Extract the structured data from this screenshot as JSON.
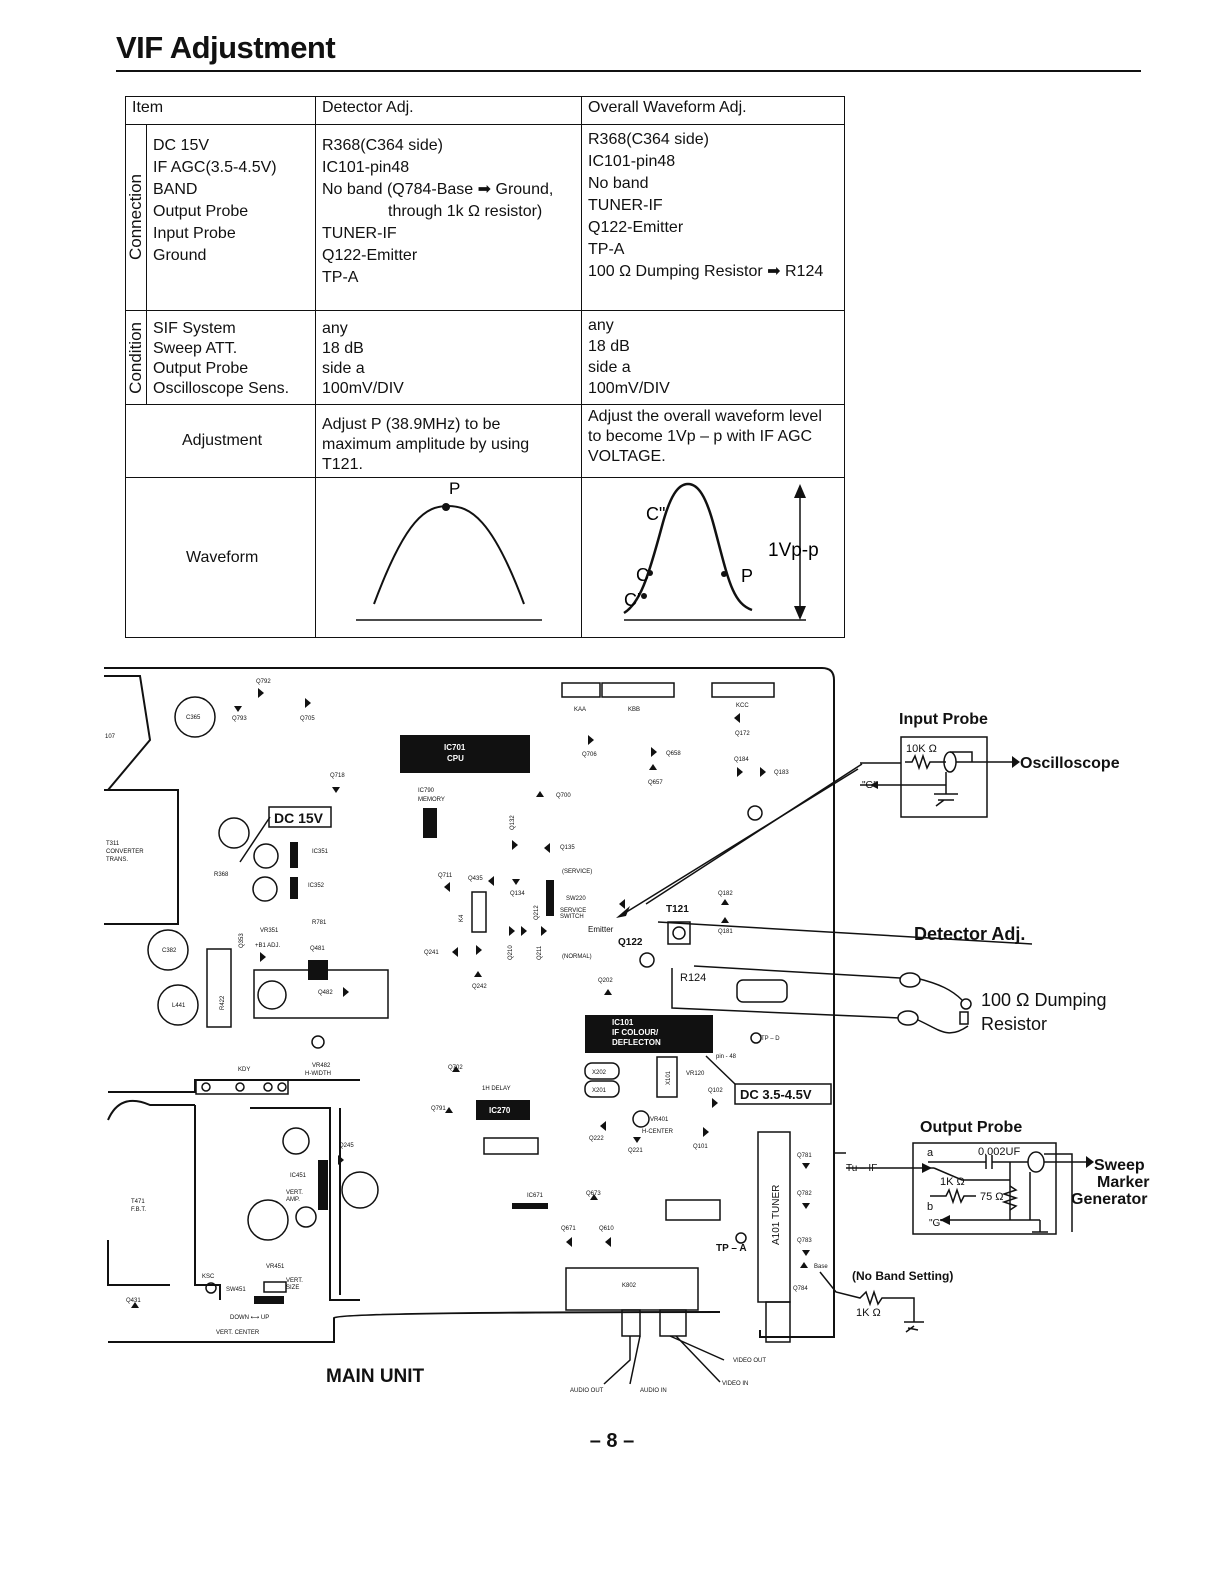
{
  "page": {
    "title": "VIF Adjustment",
    "page_number": "– 8 –"
  },
  "table": {
    "headers": [
      "Item",
      "Detector Adj.",
      "Overall Waveform Adj."
    ],
    "connection": {
      "label": "Connection",
      "items": [
        "DC 15V",
        "IF AGC(3.5-4.5V)",
        "BAND",
        "",
        "Output Probe",
        "Input Probe",
        "Ground"
      ],
      "detector": [
        "R368(C364 side)",
        "IC101-pin48",
        "No band (Q784-Base ➡ Ground,",
        "through 1k Ω resistor)",
        "TUNER-IF",
        "Q122-Emitter",
        "TP-A"
      ],
      "overall": [
        "R368(C364 side)",
        "IC101-pin48",
        "No band",
        "",
        "TUNER-IF",
        "Q122-Emitter",
        "TP-A",
        "100 Ω Dumping Resistor ➡ R124"
      ]
    },
    "condition": {
      "label": "Condition",
      "items": [
        "SIF System",
        "Sweep ATT.",
        "Output Probe",
        "Oscilloscope Sens."
      ],
      "detector": [
        "any",
        "18 dB",
        "side a",
        "100mV/DIV"
      ],
      "overall": [
        "any",
        "18 dB",
        "side a",
        "100mV/DIV"
      ]
    },
    "adjustment": {
      "label": "Adjustment",
      "detector": [
        "Adjust P (38.9MHz) to be",
        "maximum amplitude by using",
        "T121."
      ],
      "overall": [
        "Adjust the overall waveform level",
        "to become 1Vp – p with IF AGC",
        "VOLTAGE."
      ]
    },
    "waveform": {
      "label": "Waveform",
      "detector_point": "P",
      "overall_points": [
        "C\"",
        "C",
        "C'",
        "P"
      ],
      "overall_amplitude": "1Vp-p"
    }
  },
  "board": {
    "main_unit_label": "MAIN UNIT",
    "dc15v": "DC 15V",
    "dc35": "DC 3.5-4.5V",
    "input_probe": {
      "title": "Input Probe",
      "resistor": "10K Ω",
      "ground": "\"G\"",
      "target": "Oscilloscope"
    },
    "detector_adj": "Detector Adj.",
    "dumping": [
      "100 Ω Dumping",
      "Resistor"
    ],
    "output_probe": {
      "title": "Output Probe",
      "a": "a",
      "b": "b",
      "cap": "0.002UF",
      "r1": "1K Ω",
      "r2": "75 Ω",
      "ground": "\"G\"",
      "target": [
        "Sweep",
        "Marker",
        "Generator"
      ],
      "tu_if": "Tu – IF"
    },
    "no_band": "(No Band Setting)",
    "no_band_r": "1K Ω",
    "ic701": [
      "IC701",
      "CPU"
    ],
    "ic101": [
      "IC101",
      "IF COLOUR/",
      "DEFLECTON"
    ],
    "ic270": "IC270",
    "tuner": "A101 TUNER",
    "labels_small": {
      "q792": "Q792",
      "c365": "C365",
      "q793": "Q793",
      "q705": "Q705",
      "q718": "Q718",
      "t311": [
        "T311",
        "CONVERTER",
        "TRANS."
      ],
      "r368": "R368",
      "ic351": "IC351",
      "ic352": "IC352",
      "c382": "C382",
      "l441": "L441",
      "r422": "R422",
      "q353": "Q353",
      "vr351": "VR351",
      "b1adj": "+B1 ADJ.",
      "r781": "R781",
      "q481": "Q481",
      "q482": "Q482",
      "vr482": [
        "VR482",
        "H-WIDTH"
      ],
      "kdy": "KDY",
      "t471": [
        "T471",
        "F.B.T."
      ],
      "q245": "Q245",
      "ic451": "IC451",
      "vert_amp": [
        "VERT.",
        "AMP."
      ],
      "ksc": "KSC",
      "sw451": "SW451",
      "vr451": "VR451",
      "vert_size": [
        "VERT.",
        "SIZE"
      ],
      "q431": "Q431",
      "down_up": "DOWN ⟷ UP",
      "vert_center": "VERT. CENTER",
      "ic790": [
        "IC790",
        "MEMORY"
      ],
      "q700": "Q700",
      "q706": "Q706",
      "q658": "Q658",
      "q657": "Q657",
      "kaa": "KAA",
      "kbb": "KBB",
      "kcc": "KCC",
      "q172": "Q172",
      "q184": "Q184",
      "q183": "Q183",
      "q132": "Q132",
      "q135": "Q135",
      "q711": "Q711",
      "q435": "Q435",
      "q134": "Q134",
      "service": [
        "(SERVICE)",
        "SW220",
        "SERVICE",
        "SWITCH"
      ],
      "normal": "(NORMAL)",
      "k4": "K4",
      "q212": "Q212",
      "q182": "Q182",
      "q181": "Q181",
      "t121": "T121",
      "q122": "Q122",
      "emitter": "Emitter",
      "q241": "Q241",
      "q242": "Q242",
      "q210": "Q210",
      "q211": "Q211",
      "q202": "Q202",
      "r124": "R124",
      "tpd": "TP – D",
      "pin48": "pin - 48",
      "x202": "X202",
      "x201": "X201",
      "x101": "X101",
      "vr120": "VR120",
      "q102": "Q102",
      "q702": "Q702",
      "hdelay": "1H DELAY",
      "q791": "Q791",
      "vr401": [
        "VR401",
        "H-CENTER"
      ],
      "q222": "Q222",
      "q221": "Q221",
      "q101": "Q101",
      "ic671": "IC671",
      "q673": "Q673",
      "q671": "Q671",
      "q610": "Q610",
      "tpa": "TP – A",
      "q781": "Q781",
      "q782": "Q782",
      "q783": "Q783",
      "q784": "Q784",
      "base": "Base",
      "k802": "K802",
      "video_out": "VIDEO OUT",
      "video_in": "VIDEO IN",
      "audio_out": "AUDIO OUT",
      "audio_in": "AUDIO IN",
      "k07": "107"
    }
  }
}
